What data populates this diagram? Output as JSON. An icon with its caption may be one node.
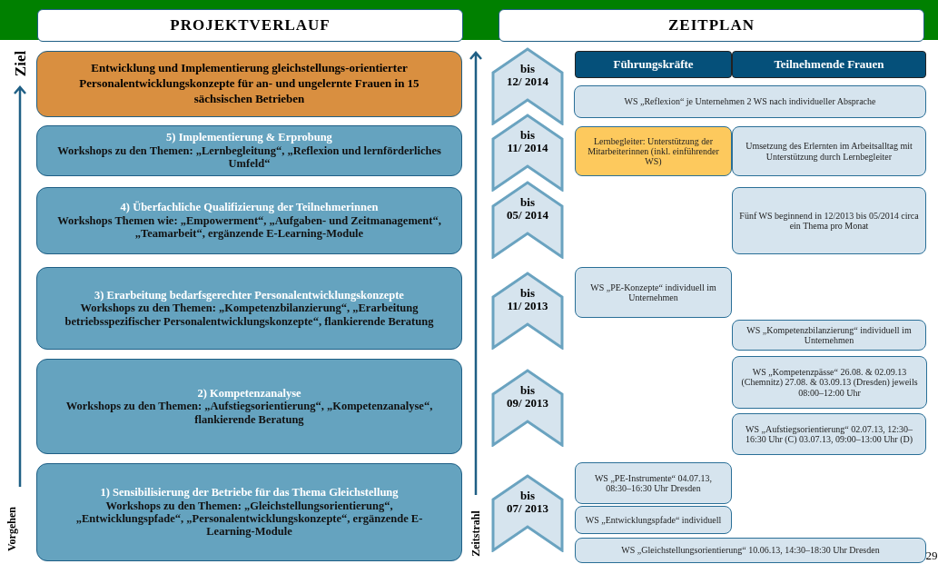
{
  "diagram": {
    "nodes": [
      {
        "text": [
          "PROJEKTVERLAUF"
        ]
      },
      {
        "text": [
          "ZEITPLAN"
        ]
      },
      {
        "text": [
          "Entwicklung und Implementierung gleichstellungs-orientierter Personalentwicklungskonzepte für an- und ungelernte Frauen in 15 sächsischen Betrieben"
        ]
      },
      {
        "text": [
          "5) Implementierung & Erprobung",
          "Workshops zu den Themen: „Lernbegleitung“, „Reflexion und lernförderliches Umfeld“"
        ]
      },
      {
        "text": [
          "4) Überfachliche Qualifizierung der Teilnehmerinnen",
          "Workshops Themen wie: „Empowerment“, „Aufgaben- und Zeitmanagement“, „Teamarbeit“, ergänzende E-Learning-Module"
        ]
      },
      {
        "text": [
          "3) Erarbeitung bedarfsgerechter Personalentwicklungskonzepte",
          "Workshops zu den Themen: „Kompetenzbilanzierung“, „Erarbeitung betriebsspezifischer Personalentwicklungskonzepte“, flankierende Beratung"
        ]
      },
      {
        "text": [
          "2) Kompetenzanalyse",
          "Workshops zu den Themen: „Aufstiegsorientierung“, „Kompetenzanalyse“, flankierende Beratung"
        ]
      },
      {
        "text": [
          "1) Sensibilisierung der Betriebe für das Thema Gleichstellung",
          "Workshops zu den Themen: „Gleichstellungsorientierung“, „Entwicklungspfade“, „Personalentwicklungskonzepte“, ergänzende E-Learning-Module"
        ]
      },
      {
        "text": [
          "bis 12/ 2014"
        ]
      },
      {
        "text": [
          "bis 11/ 2014"
        ]
      },
      {
        "text": [
          "bis 05/ 2014"
        ]
      },
      {
        "text": [
          "bis 11/ 2013"
        ]
      },
      {
        "text": [
          "bis 09/ 2013"
        ]
      },
      {
        "text": [
          "bis 07/ 2013"
        ]
      },
      {
        "text": [
          "Führungskräfte"
        ]
      },
      {
        "text": [
          "Teilnehmende Frauen"
        ]
      },
      {
        "text": [
          "WS „Reflexion“ je Unternehmen 2 WS nach individueller Absprache"
        ]
      },
      {
        "text": [
          "Lernbegleiter: Unterstützung der Mitarbeiterinnen (inkl. einführender WS)"
        ]
      },
      {
        "text": [
          "Umsetzung des Erlernten im Arbeitsalltag mit Unterstützung durch Lernbegleiter"
        ]
      },
      {
        "text": [
          "Fünf WS beginnend in 12/2013 bis 05/2014 circa ein Thema pro Monat"
        ]
      },
      {
        "text": [
          "WS „PE-Konzepte“ individuell im Unternehmen"
        ]
      },
      {
        "text": [
          "WS „Kompetenzbilanzierung“ individuell im Unternehmen"
        ]
      },
      {
        "text": [
          "WS „Kompetenzpässe“ 26.08. & 02.09.13 (Chemnitz) 27.08. & 03.09.13 (Dresden) jeweils 08:00–12:00 Uhr"
        ]
      },
      {
        "text": [
          "WS „Aufstiegsorientierung“ 02.07.13, 12:30–16:30 Uhr (C) 03.07.13, 09:00–13:00 Uhr (D)"
        ]
      },
      {
        "text": [
          "WS „PE-Instrumente“ 04.07.13, 08:30–16:30 Uhr Dresden"
        ]
      },
      {
        "text": [
          "WS „Entwicklungspfade“ individuell"
        ]
      },
      {
        "text": [
          "WS „Gleichstellungsorientierung“ 10.06.13, 14:30–18:30 Uhr Dresden"
        ]
      }
    ],
    "edges": [],
    "labels": [
      "Ziel",
      "Vorgehen",
      "Zeitstrahl",
      "29"
    ]
  }
}
